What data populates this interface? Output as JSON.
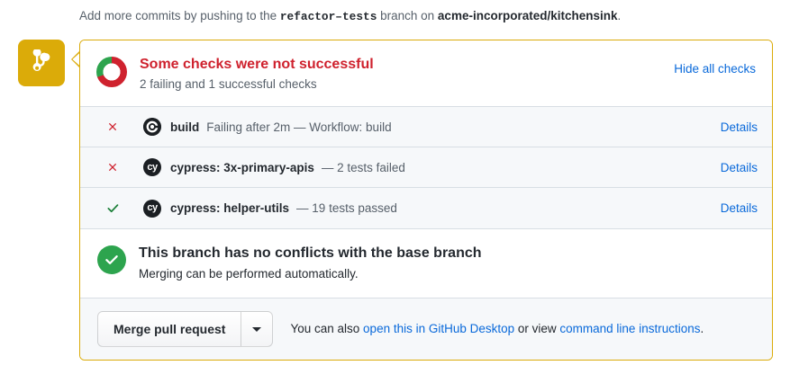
{
  "top_note": {
    "prefix": "Add more commits by pushing to the ",
    "branch": "refactor–tests",
    "middle": " branch on ",
    "repo": "acme-incorporated/kitchensink",
    "suffix": "."
  },
  "timeline_badge": {
    "icon": "git-merge-icon",
    "color": "#dbab09"
  },
  "card": {
    "border_color": "#dbab09",
    "header": {
      "title": "Some checks were not successful",
      "title_color": "#cf222e",
      "subtitle": "2 failing and 1 successful checks",
      "hide_all_label": "Hide all checks",
      "donut": {
        "failing": 2,
        "successful": 1,
        "failing_color": "#cf222e",
        "success_color": "#2da44e"
      }
    },
    "checks": [
      {
        "status": "failure",
        "status_icon": "x-icon",
        "status_color": "#cf222e",
        "avatar_icon": "github-actions-icon",
        "avatar_label": "",
        "name": "build",
        "description": "Failing after 2m — Workflow: build",
        "details_label": "Details"
      },
      {
        "status": "failure",
        "status_icon": "x-icon",
        "status_color": "#cf222e",
        "avatar_icon": "cypress-icon",
        "avatar_label": "cy",
        "name": "cypress: 3x-primary-apis",
        "description": "— 2 tests failed",
        "details_label": "Details"
      },
      {
        "status": "success",
        "status_icon": "check-icon",
        "status_color": "#1a7f37",
        "avatar_icon": "cypress-icon",
        "avatar_label": "cy",
        "name": "cypress: helper-utils",
        "description": "— 19 tests passed",
        "details_label": "Details"
      }
    ],
    "conflicts": {
      "icon": "check-circle-icon",
      "icon_color": "#2da44e",
      "title": "This branch has no conflicts with the base branch",
      "subtitle": "Merging can be performed automatically."
    },
    "footer": {
      "merge_button_label": "Merge pull request",
      "caret_icon": "chevron-down-icon",
      "note_prefix": "You can also ",
      "link_desktop": "open this in GitHub Desktop",
      "note_middle": " or view ",
      "link_cli": "command line instructions",
      "note_suffix": "."
    }
  }
}
